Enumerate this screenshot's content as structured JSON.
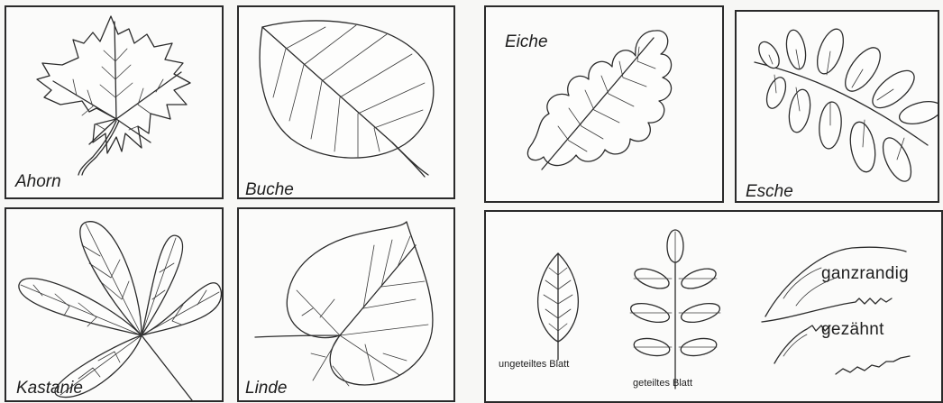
{
  "panels": {
    "ahorn": {
      "label": "Ahorn"
    },
    "buche": {
      "label": "Buche"
    },
    "eiche": {
      "label": "Eiche"
    },
    "esche": {
      "label": "Esche"
    },
    "kastanie": {
      "label": "Kastanie"
    },
    "linde": {
      "label": "Linde"
    }
  },
  "legend": {
    "ungeteilt": "ungeteiltes Blatt",
    "geteilt": "geteiltes Blatt",
    "ganzrandig": "ganzrandig",
    "gezaehnt": "gezähnt"
  }
}
